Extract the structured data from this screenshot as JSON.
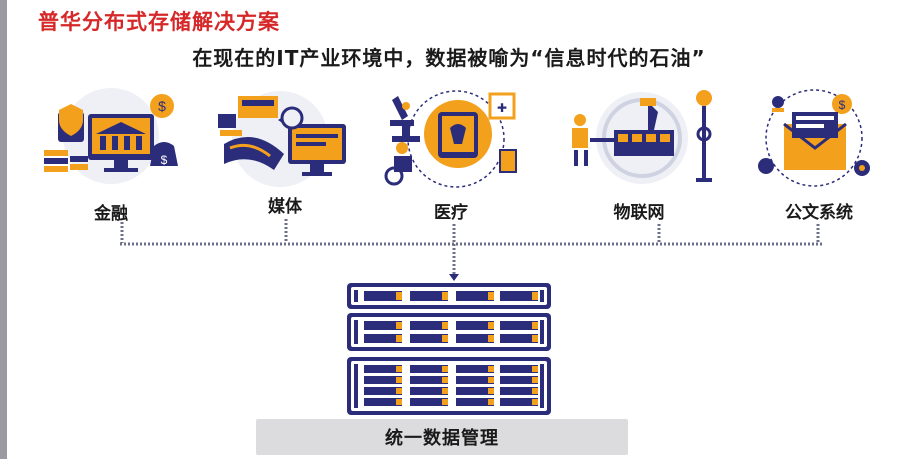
{
  "header": {
    "title": "普华分布式存储解决方案",
    "subtitle": "在现在的IT产业环境中，数据被喻为“信息时代的石油”"
  },
  "sectors": [
    {
      "label": "金融",
      "icon": "bank-finance-icon"
    },
    {
      "label": "媒体",
      "icon": "media-icon"
    },
    {
      "label": "医疗",
      "icon": "medical-icon"
    },
    {
      "label": "物联网",
      "icon": "iot-factory-icon"
    },
    {
      "label": "公文系统",
      "icon": "document-system-icon"
    }
  ],
  "storage": {
    "label": "统一数据管理"
  },
  "colors": {
    "title": "#d62828",
    "navy": "#2b2d7a",
    "orange": "#f3a01c",
    "line": "#6b6f8a"
  }
}
